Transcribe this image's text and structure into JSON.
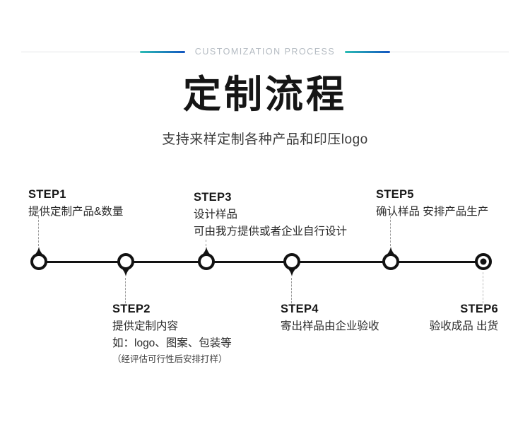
{
  "header": {
    "eyebrow": "CUSTOMIZATION PROCESS"
  },
  "title": "定制流程",
  "subtitle": "支持来样定制各种产品和印压logo",
  "colors": {
    "accent_gradient_start": "#2bbcb4",
    "accent_gradient_end": "#1355c0",
    "eyebrow_text": "#b4bbc2",
    "timeline_black": "#121212",
    "hairline_gray": "#e3e5e8"
  },
  "steps": [
    {
      "label": "STEP1",
      "side": "above",
      "lines": [
        "提供定制产品&数量"
      ]
    },
    {
      "label": "STEP2",
      "side": "below",
      "lines": [
        "提供定制内容",
        "如：logo、图案、包装等"
      ],
      "note": "（经评估可行性后安排打样）"
    },
    {
      "label": "STEP3",
      "side": "above",
      "lines": [
        "设计样品",
        "可由我方提供或者企业自行设计"
      ]
    },
    {
      "label": "STEP4",
      "side": "below",
      "lines": [
        "寄出样品由企业验收"
      ]
    },
    {
      "label": "STEP5",
      "side": "above",
      "lines": [
        "确认样品 安排产品生产"
      ]
    },
    {
      "label": "STEP6",
      "side": "below",
      "lines": [
        "验收成品 出货"
      ]
    }
  ],
  "timeline": {
    "node_count": 6,
    "end_node_style": "bullseye"
  }
}
